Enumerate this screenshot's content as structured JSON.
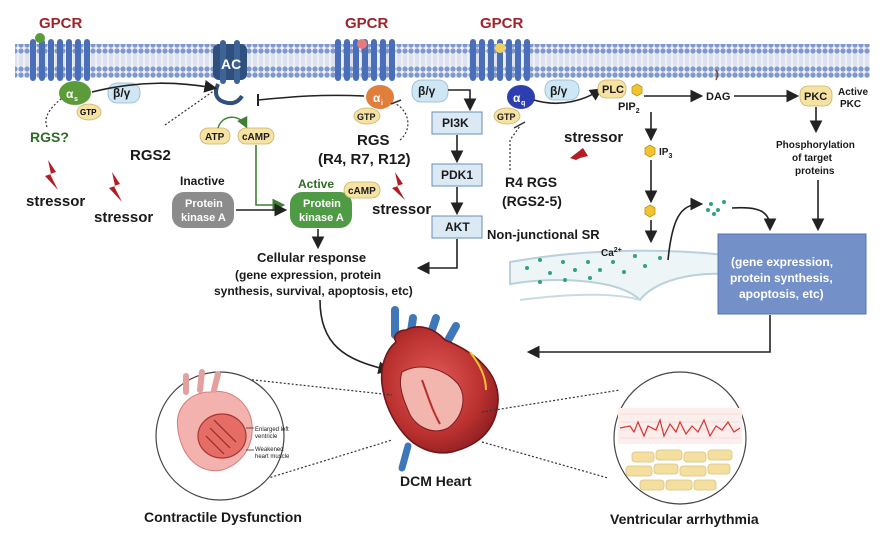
{
  "gpcr_labels": [
    "GPCR",
    "GPCR",
    "GPCR"
  ],
  "left_pathway": {
    "ac_label": "AC",
    "alpha_s": "α",
    "alpha_s_sub": "s",
    "beta_gamma": "β/γ",
    "gtp": "GTP",
    "rgs_unknown": "RGS?",
    "rgs2": "RGS2",
    "stressor_1": "stressor",
    "stressor_2": "stressor",
    "atp": "ATP",
    "camp": "cAMP",
    "inactive_label": "Inactive",
    "pka_inactive_line1": "Protein",
    "pka_inactive_line2": "kinase A",
    "active_label": "Active",
    "pka_active_line1": "Protein",
    "pka_active_line2": "kinase A",
    "camp_bound": "cAMP",
    "cellular_response_title": "Cellular response",
    "cellular_response_line1": "(gene expression, protein",
    "cellular_response_line2": "synthesis, survival, apoptosis, etc)"
  },
  "middle_pathway": {
    "alpha_i": "α",
    "alpha_i_sub": "i",
    "gtp": "GTP",
    "rgs_title": "RGS",
    "rgs_members": "(R4, R7, R12)",
    "stressor": "stressor",
    "beta_gamma": "β/γ",
    "cascade": [
      "PI3K",
      "PDK1",
      "AKT"
    ]
  },
  "right_pathway": {
    "alpha_q": "α",
    "alpha_q_sub": "q",
    "beta_gamma": "β/γ",
    "gtp": "GTP",
    "stressor": "stressor",
    "r4_rgs": "R4 RGS",
    "r4_members": "(RGS2-5)",
    "plc": "PLC",
    "pip2": "PIP",
    "pip2_sub": "2",
    "dag": "DAG",
    "pkc": "PKC",
    "active_pkc_line1": "Active",
    "active_pkc_line2": "PKC",
    "ip3": "IP",
    "ip3_sub": "3",
    "phospho_line1": "Phosphorylation",
    "phospho_line2": "of target",
    "phospho_line3": "proteins",
    "sr_label": "Non-junctional SR",
    "ca_label": "Ca",
    "ca_sup": "2+",
    "response_line1": "(gene expression,",
    "response_line2": "protein synthesis,",
    "response_line3": "apoptosis, etc)"
  },
  "bottom": {
    "dcm_heart": "DCM Heart",
    "contractile": "Contractile Dysfunction",
    "arrhythmia": "Ventricular arrhythmia",
    "enlarged_line1": "Enlarged left",
    "enlarged_line2": "ventricle",
    "weakened_line1": "Weakened",
    "weakened_line2": "heart muscle"
  },
  "colors": {
    "membrane_blue": "#5a7fc6",
    "receptor_blue": "#4a6fb8",
    "gpcr_red": "#a0232a",
    "alpha_s_green": "#5c9b3a",
    "alpha_i_orange": "#e07e3c",
    "alpha_q_blue": "#2d3fb0",
    "protein_yellow": "#f6e3a3",
    "betagamma_blue": "#cfe7f4",
    "pka_gray": "#8c8c8c",
    "pka_green": "#4f9a45",
    "response_box": "#7390c9",
    "stressor_red": "#b21e23"
  }
}
